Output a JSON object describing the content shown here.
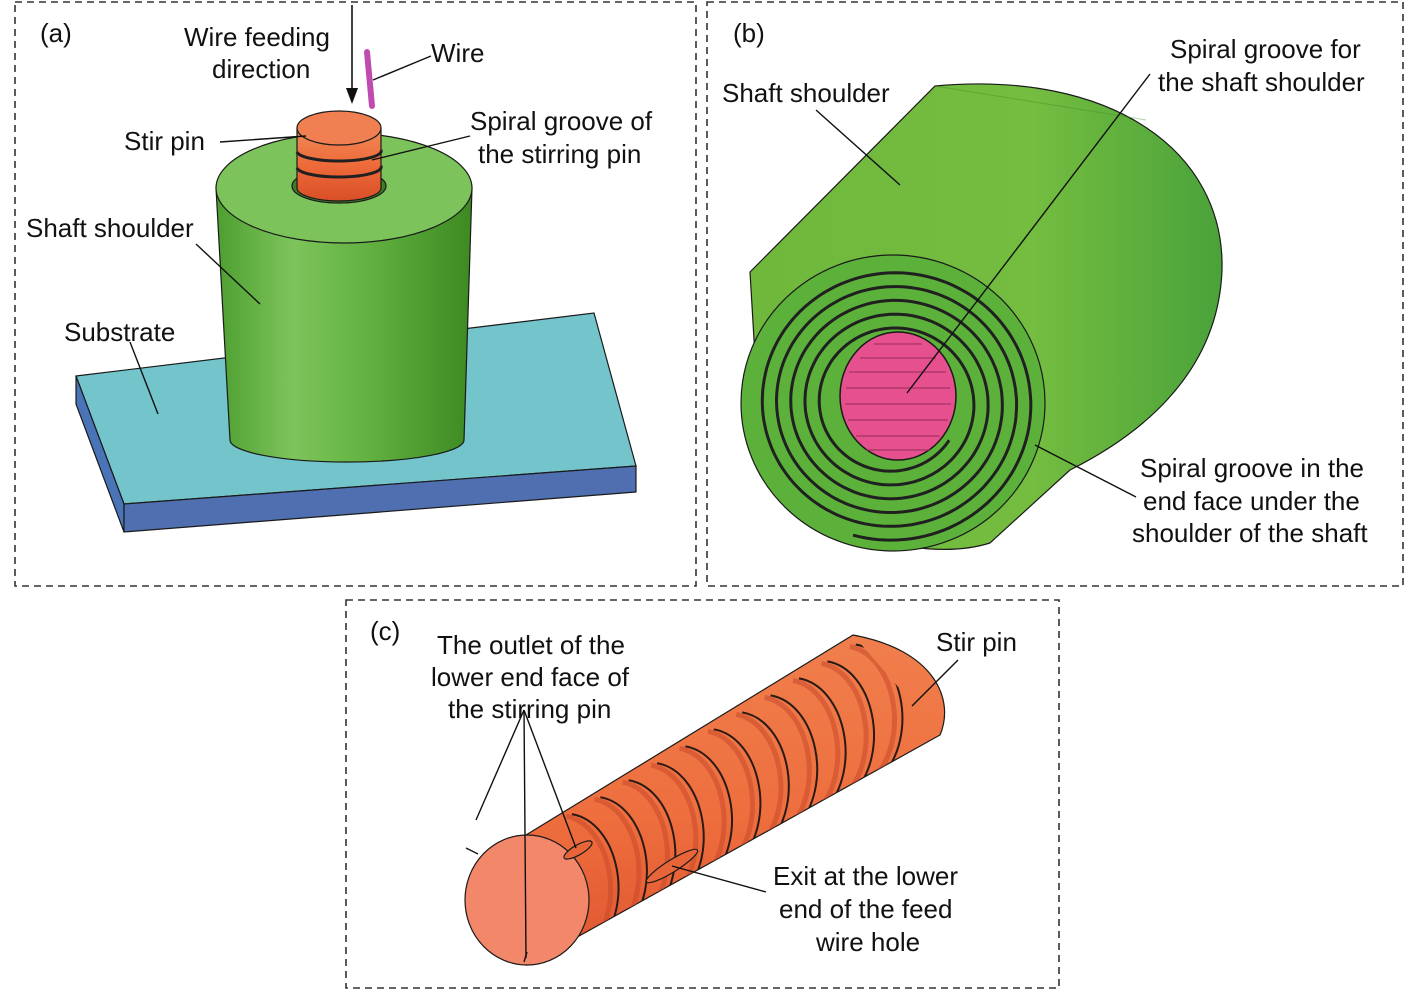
{
  "panels": {
    "a": {
      "tag": "(a)",
      "labels": {
        "wire_feeding_1": "Wire feeding",
        "wire_feeding_2": "direction",
        "wire": "Wire",
        "stir_pin": "Stir pin",
        "spiral_pin_1": "Spiral groove of",
        "spiral_pin_2": "the stirring pin",
        "shaft_shoulder": "Shaft shoulder",
        "substrate": "Substrate"
      }
    },
    "b": {
      "tag": "(b)",
      "labels": {
        "shaft_shoulder": "Shaft shoulder",
        "spiral_shoulder_1": "Spiral groove for",
        "spiral_shoulder_2": "the shaft shoulder",
        "spiral_end_1": "Spiral groove in the",
        "spiral_end_2": "end face under the",
        "spiral_end_3": "shoulder of the shaft"
      }
    },
    "c": {
      "tag": "(c)",
      "labels": {
        "outlet_1": "The outlet of the",
        "outlet_2": "lower end face of",
        "outlet_3": "the stirring pin",
        "stir_pin": "Stir pin",
        "exit_1": "Exit at the lower",
        "exit_2": "end of the feed",
        "exit_3": "wire hole"
      }
    }
  },
  "colors": {
    "shoulder_green": "#6cbf45",
    "pin_orange": "#ee6e3e",
    "substrate_top": "#74c4cc",
    "substrate_side": "#4a74b8",
    "wire_magenta": "#c04bb0",
    "bore_pink": "#e6508e"
  }
}
